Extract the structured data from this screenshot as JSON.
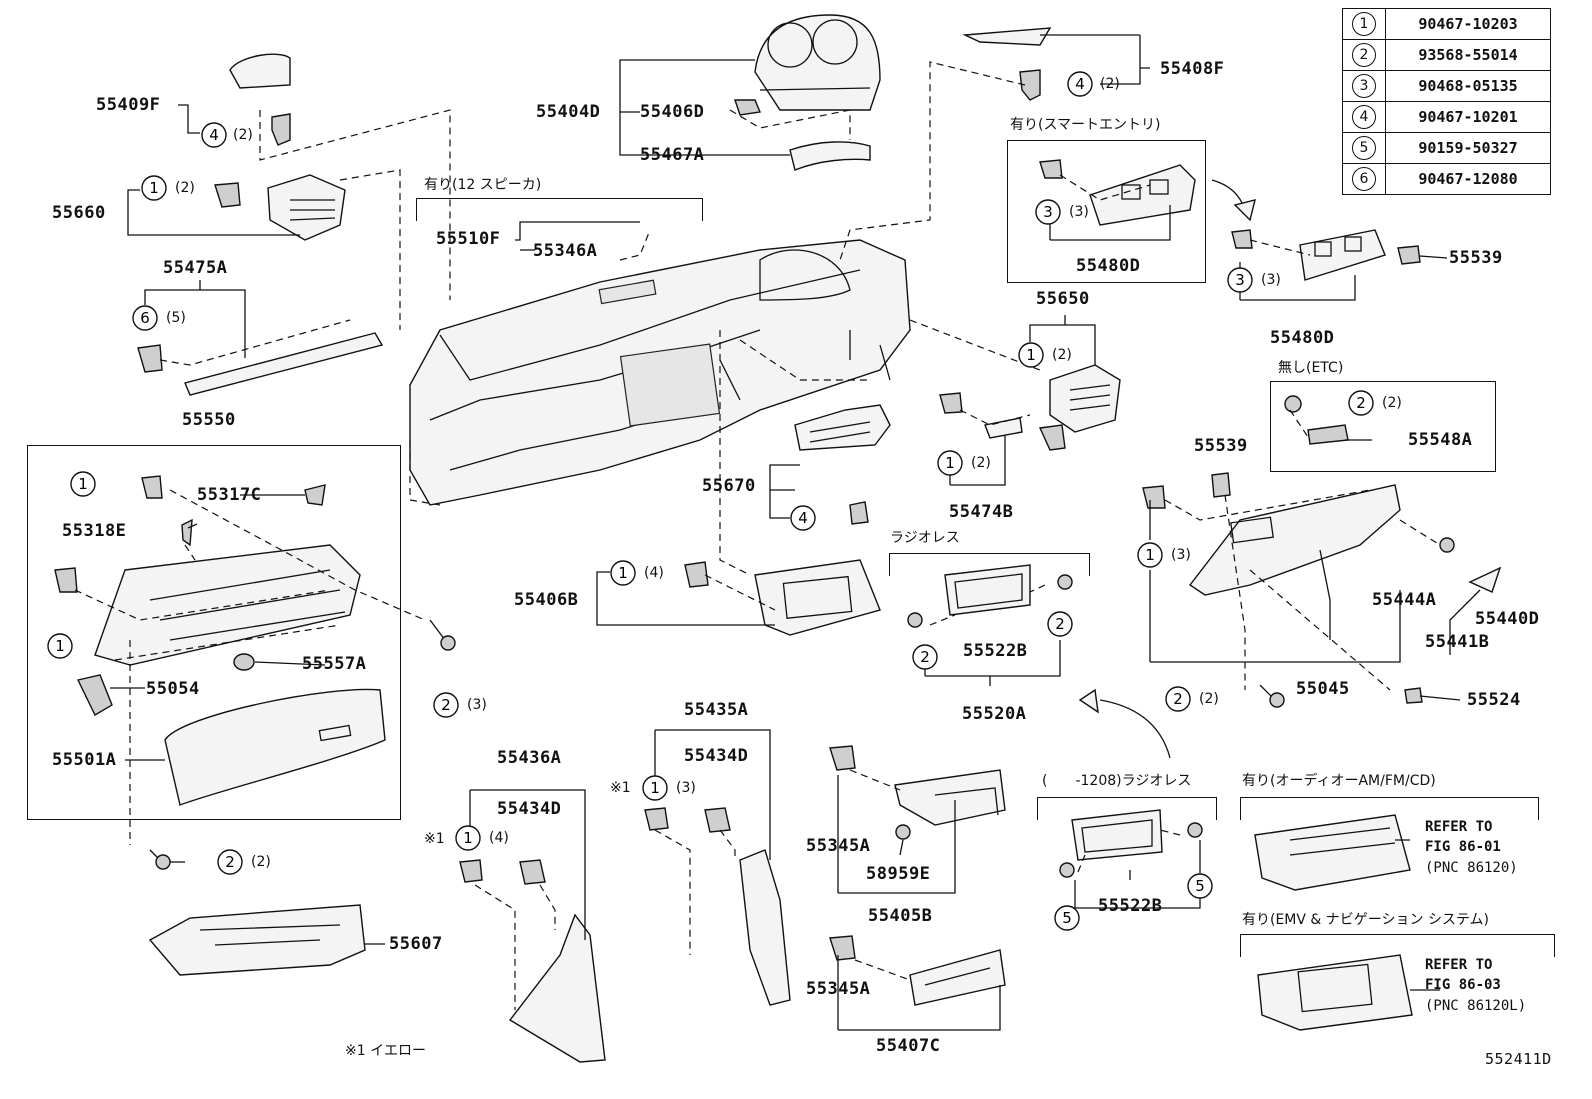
{
  "diagram_id": "552411D",
  "legend": [
    {
      "num": "1",
      "part": "90467-10203"
    },
    {
      "num": "2",
      "part": "93568-55014"
    },
    {
      "num": "3",
      "part": "90468-05135"
    },
    {
      "num": "4",
      "part": "90467-10201"
    },
    {
      "num": "5",
      "part": "90159-50327"
    },
    {
      "num": "6",
      "part": "90467-12080"
    }
  ],
  "labels": {
    "p55409F": "55409F",
    "p55660": "55660",
    "p55475A": "55475A",
    "p55550": "55550",
    "p55317C": "55317C",
    "p55318E": "55318E",
    "p55557A": "55557A",
    "p55054": "55054",
    "p55501A": "55501A",
    "p55607": "55607",
    "p55404D": "55404D",
    "p55406D": "55406D",
    "p55467A": "55467A",
    "p55408F": "55408F",
    "p55510F": "55510F",
    "p55346A": "55346A",
    "p55480D_a": "55480D",
    "p55480D_b": "55480D",
    "p55539_a": "55539",
    "p55539_b": "55539",
    "p55650": "55650",
    "p55474B": "55474B",
    "p55670": "55670",
    "p55548A": "55548A",
    "p55444A": "55444A",
    "p55440D": "55440D",
    "p55441B": "55441B",
    "p55045": "55045",
    "p55524": "55524",
    "p55406B": "55406B",
    "p55522B_a": "55522B",
    "p55520A": "55520A",
    "p55436A": "55436A",
    "p55434D_a": "55434D",
    "p55435A": "55435A",
    "p55434D_b": "55434D",
    "p55345A_a": "55345A",
    "p58959E": "58959E",
    "p55405B": "55405B",
    "p55345A_b": "55345A",
    "p55407C": "55407C",
    "p55522B_b": "55522B"
  },
  "qty": {
    "q_409F": "(2)",
    "q_660": "(2)",
    "q_475A": "(5)",
    "q_408F": "(2)",
    "q_480a": "(3)",
    "q_480b": "(3)",
    "q_650": "(2)",
    "q_474B": "(2)",
    "q_548": "(2)",
    "q_441": "(3)",
    "q_bottomright": "(2)",
    "q_406B": "(4)",
    "q_right2": "(3)",
    "q_bottom2": "(2)",
    "q_436": "(4)",
    "q_435": "(3)"
  },
  "notes": {
    "speaker": "有り(12 スピーカ)",
    "smart": "有り(スマートエントリ)",
    "etc": "無し(ETC)",
    "radioless": "ラジオレス",
    "radioless2": "(　　-1208)ラジオレス",
    "audio": "有り(オーディオーAM/FM/CD)",
    "nav": "有り(EMV & ナビゲーション システム)",
    "yellow": "※1 イエロー",
    "mark1": "※1",
    "mark2": "※1"
  },
  "refs": [
    {
      "line1": "REFER TO",
      "line2": "FIG 86-01",
      "pnc": "(PNC 86120)"
    },
    {
      "line1": "REFER TO",
      "line2": "FIG 86-03",
      "pnc": "(PNC 86120L)"
    }
  ]
}
